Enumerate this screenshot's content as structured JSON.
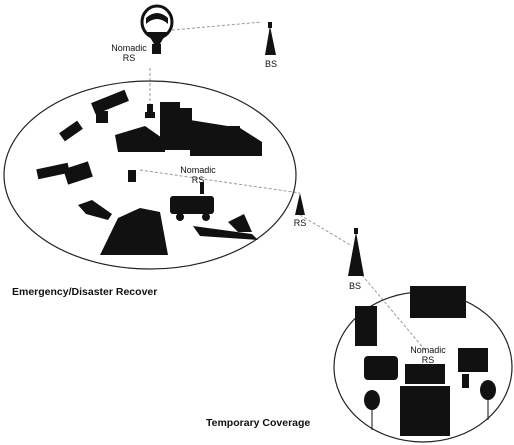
{
  "labels": {
    "nomadic_rs_top": [
      "Nomadic",
      "RS"
    ],
    "bs_top": "BS",
    "nomadic_rs_mid": [
      "Nomadic",
      "RS"
    ],
    "rs_relay": "RS",
    "bs_mid": "BS",
    "nomadic_rs_small": [
      "Nomadic",
      "RS"
    ]
  },
  "captions": {
    "emergency": "Emergency/Disaster Recover",
    "temporary": "Temporary Coverage"
  },
  "colors": {
    "ink": "#111111",
    "link": "#9a9a9a",
    "outline": "#222222",
    "background": "#ffffff"
  },
  "icons": [
    "hot-air-balloon-icon",
    "tower-icon",
    "satellite-icon",
    "city-buildings-icon",
    "ambulance-icon",
    "helicopter-icon",
    "rubble-icon",
    "van-icon",
    "plane-wreck-icon",
    "crowd-icon"
  ]
}
